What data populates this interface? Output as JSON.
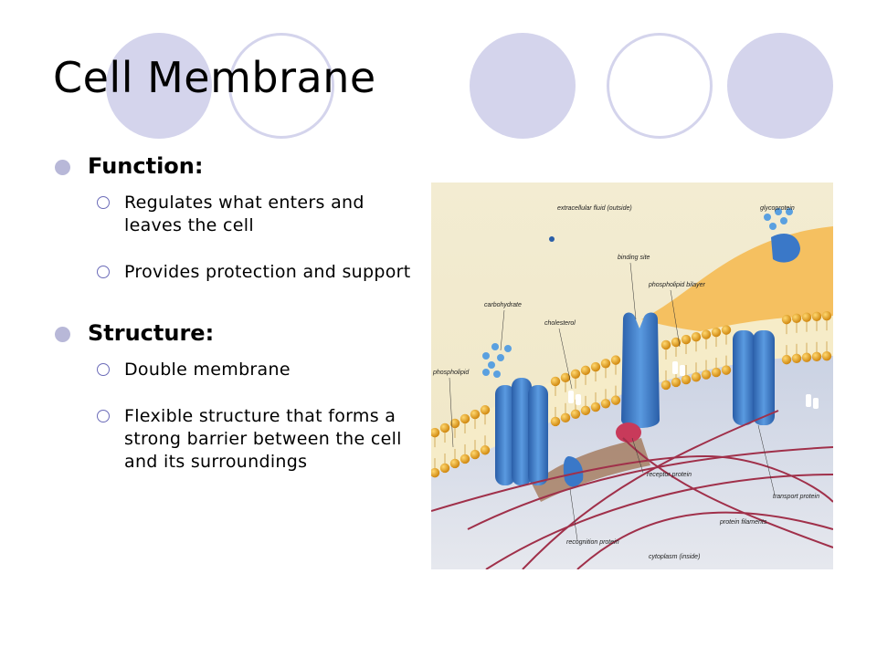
{
  "slide": {
    "title": "Cell Membrane",
    "sections": [
      {
        "heading": "Function:",
        "bullets": [
          "Regulates what enters and leaves the cell",
          "Provides protection and support"
        ]
      },
      {
        "heading": "Structure:",
        "bullets": [
          "Double membrane",
          "Flexible structure that forms a strong barrier between the cell and its surroundings"
        ]
      }
    ]
  },
  "diagram": {
    "labels": {
      "extracellular": "extracellular fluid (outside)",
      "glycoprotein": "glycoprotein",
      "binding_site": "binding site",
      "phospholipid_bilayer": "phospholipid bilayer",
      "carbohydrate": "carbohydrate",
      "cholesterol": "cholesterol",
      "phospholipid": "phospholipid",
      "receptor_protein": "receptor protein",
      "transport_protein": "transport protein",
      "protein_filaments": "protein filaments",
      "recognition_protein": "recognition protein",
      "cytoplasm": "cytoplasm (inside)"
    }
  },
  "colors": {
    "deco_circle": "#d4d4ec",
    "bullet": "#b8b8d8",
    "sub_bullet": "#6b6bb8",
    "protein": "#3a78c8",
    "lipid_head": "#e8a020",
    "filament": "#a0304a"
  }
}
